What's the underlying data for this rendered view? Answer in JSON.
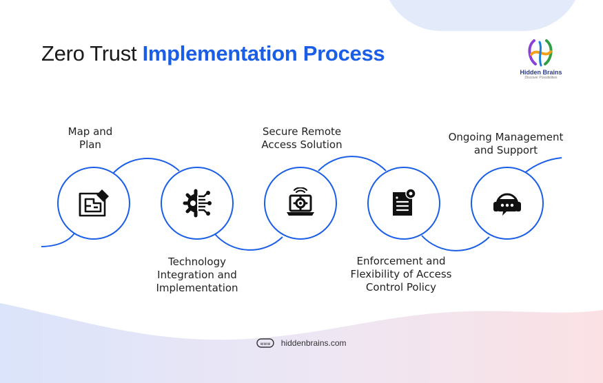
{
  "title": {
    "prefix": "Zero Trust",
    "highlight": "Implementation Process"
  },
  "logo": {
    "name": "Hidden Brains",
    "tagline": "Discover Possibilities"
  },
  "steps": [
    {
      "label": "Map and\nPlan",
      "icon": "blueprint-icon"
    },
    {
      "label": "Technology\nIntegration and\nImplementation",
      "icon": "circuit-gear-icon"
    },
    {
      "label": "Secure Remote\nAccess Solution",
      "icon": "laptop-gear-icon"
    },
    {
      "label": "Enforcement and\nFlexibility of Access\nControl Policy",
      "icon": "policy-document-icon"
    },
    {
      "label": "Ongoing Management\nand Support",
      "icon": "headset-chat-icon"
    }
  ],
  "footer": {
    "url": "hiddenbrains.com",
    "icon": "www-icon"
  },
  "colors": {
    "accent": "#1a5ee8",
    "text": "#222222",
    "logo_text": "#2a3a8c"
  }
}
